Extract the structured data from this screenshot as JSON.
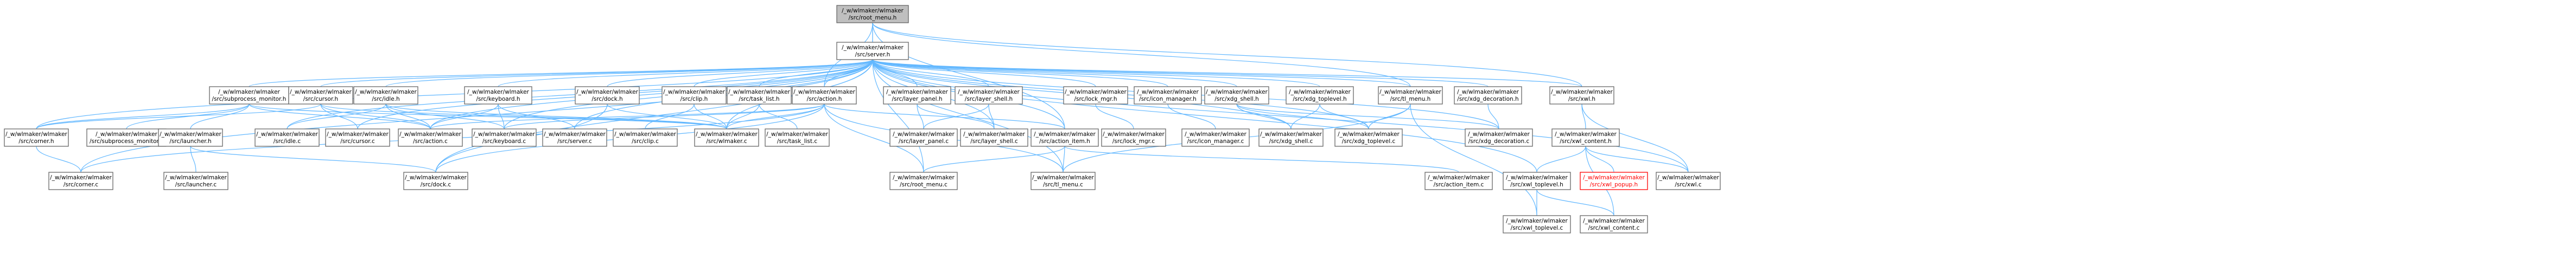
{
  "colors": {
    "edge": "#63b8ff",
    "border": "#666666",
    "root_fill": "#bfbfbf",
    "highlight": "#ff0000"
  },
  "nodes": [
    {
      "id": "root",
      "l1": "/_w/wlmaker/wlmaker",
      "l2": "/src/root_menu.h",
      "cls": "root"
    },
    {
      "id": "server_h",
      "l1": "/_w/wlmaker/wlmaker",
      "l2": "/src/server.h"
    },
    {
      "id": "subprocess_monitor_h",
      "l1": "/_w/wlmaker/wlmaker",
      "l2": "/src/subprocess_monitor.h"
    },
    {
      "id": "cursor_h",
      "l1": "/_w/wlmaker/wlmaker",
      "l2": "/src/cursor.h"
    },
    {
      "id": "idle_h",
      "l1": "/_w/wlmaker/wlmaker",
      "l2": "/src/idle.h"
    },
    {
      "id": "keyboard_h",
      "l1": "/_w/wlmaker/wlmaker",
      "l2": "/src/keyboard.h"
    },
    {
      "id": "dock_h",
      "l1": "/_w/wlmaker/wlmaker",
      "l2": "/src/dock.h"
    },
    {
      "id": "clip_h",
      "l1": "/_w/wlmaker/wlmaker",
      "l2": "/src/clip.h"
    },
    {
      "id": "task_list_h",
      "l1": "/_w/wlmaker/wlmaker",
      "l2": "/src/task_list.h"
    },
    {
      "id": "action_h",
      "l1": "/_w/wlmaker/wlmaker",
      "l2": "/src/action.h"
    },
    {
      "id": "layer_panel_h",
      "l1": "/_w/wlmaker/wlmaker",
      "l2": "/src/layer_panel.h"
    },
    {
      "id": "layer_shell_h",
      "l1": "/_w/wlmaker/wlmaker",
      "l2": "/src/layer_shell.h"
    },
    {
      "id": "lock_mgr_h",
      "l1": "/_w/wlmaker/wlmaker",
      "l2": "/src/lock_mgr.h"
    },
    {
      "id": "icon_manager_h",
      "l1": "/_w/wlmaker/wlmaker",
      "l2": "/src/icon_manager.h"
    },
    {
      "id": "xdg_shell_h",
      "l1": "/_w/wlmaker/wlmaker",
      "l2": "/src/xdg_shell.h"
    },
    {
      "id": "xdg_toplevel_h",
      "l1": "/_w/wlmaker/wlmaker",
      "l2": "/src/xdg_toplevel.h"
    },
    {
      "id": "tl_menu_h",
      "l1": "/_w/wlmaker/wlmaker",
      "l2": "/src/tl_menu.h"
    },
    {
      "id": "xdg_decoration_h",
      "l1": "/_w/wlmaker/wlmaker",
      "l2": "/src/xdg_decoration.h"
    },
    {
      "id": "xwl_h",
      "l1": "/_w/wlmaker/wlmaker",
      "l2": "/src/xwl.h"
    },
    {
      "id": "corner_h",
      "l1": "/_w/wlmaker/wlmaker",
      "l2": "/src/corner.h"
    },
    {
      "id": "subprocess_monitor_c",
      "l1": "/_w/wlmaker/wlmaker",
      "l2": "/src/subprocess_monitor.c"
    },
    {
      "id": "launcher_h",
      "l1": "/_w/wlmaker/wlmaker",
      "l2": "/src/launcher.h"
    },
    {
      "id": "idle_c",
      "l1": "/_w/wlmaker/wlmaker",
      "l2": "/src/idle.c"
    },
    {
      "id": "cursor_c",
      "l1": "/_w/wlmaker/wlmaker",
      "l2": "/src/cursor.c"
    },
    {
      "id": "action_c",
      "l1": "/_w/wlmaker/wlmaker",
      "l2": "/src/action.c"
    },
    {
      "id": "keyboard_c",
      "l1": "/_w/wlmaker/wlmaker",
      "l2": "/src/keyboard.c"
    },
    {
      "id": "server_c",
      "l1": "/_w/wlmaker/wlmaker",
      "l2": "/src/server.c"
    },
    {
      "id": "clip_c",
      "l1": "/_w/wlmaker/wlmaker",
      "l2": "/src/clip.c"
    },
    {
      "id": "wlmaker_c",
      "l1": "/_w/wlmaker/wlmaker",
      "l2": "/src/wlmaker.c"
    },
    {
      "id": "task_list_c",
      "l1": "/_w/wlmaker/wlmaker",
      "l2": "/src/task_list.c"
    },
    {
      "id": "layer_panel_c",
      "l1": "/_w/wlmaker/wlmaker",
      "l2": "/src/layer_panel.c"
    },
    {
      "id": "layer_shell_c",
      "l1": "/_w/wlmaker/wlmaker",
      "l2": "/src/layer_shell.c"
    },
    {
      "id": "action_item_h",
      "l1": "/_w/wlmaker/wlmaker",
      "l2": "/src/action_item.h"
    },
    {
      "id": "lock_mgr_c",
      "l1": "/_w/wlmaker/wlmaker",
      "l2": "/src/lock_mgr.c"
    },
    {
      "id": "icon_manager_c",
      "l1": "/_w/wlmaker/wlmaker",
      "l2": "/src/icon_manager.c"
    },
    {
      "id": "xdg_shell_c",
      "l1": "/_w/wlmaker/wlmaker",
      "l2": "/src/xdg_shell.c"
    },
    {
      "id": "xdg_toplevel_c",
      "l1": "/_w/wlmaker/wlmaker",
      "l2": "/src/xdg_toplevel.c"
    },
    {
      "id": "xdg_decoration_c",
      "l1": "/_w/wlmaker/wlmaker",
      "l2": "/src/xdg_decoration.c"
    },
    {
      "id": "xwl_content_h",
      "l1": "/_w/wlmaker/wlmaker",
      "l2": "/src/xwl_content.h"
    },
    {
      "id": "corner_c",
      "l1": "/_w/wlmaker/wlmaker",
      "l2": "/src/corner.c"
    },
    {
      "id": "launcher_c",
      "l1": "/_w/wlmaker/wlmaker",
      "l2": "/src/launcher.c"
    },
    {
      "id": "dock_c",
      "l1": "/_w/wlmaker/wlmaker",
      "l2": "/src/dock.c"
    },
    {
      "id": "root_menu_c",
      "l1": "/_w/wlmaker/wlmaker",
      "l2": "/src/root_menu.c"
    },
    {
      "id": "tl_menu_c",
      "l1": "/_w/wlmaker/wlmaker",
      "l2": "/src/tl_menu.c"
    },
    {
      "id": "action_item_c",
      "l1": "/_w/wlmaker/wlmaker",
      "l2": "/src/action_item.c"
    },
    {
      "id": "xwl_toplevel_h",
      "l1": "/_w/wlmaker/wlmaker",
      "l2": "/src/xwl_toplevel.h"
    },
    {
      "id": "xwl_popup_h",
      "l1": "/_w/wlmaker/wlmaker",
      "l2": "/src/xwl_popup.h",
      "cls": "red"
    },
    {
      "id": "xwl_c",
      "l1": "/_w/wlmaker/wlmaker",
      "l2": "/src/xwl.c"
    },
    {
      "id": "xwl_toplevel_c",
      "l1": "/_w/wlmaker/wlmaker",
      "l2": "/src/xwl_toplevel.c"
    },
    {
      "id": "xwl_content_c",
      "l1": "/_w/wlmaker/wlmaker",
      "l2": "/src/xwl_content.c"
    }
  ],
  "edges": [
    [
      "root",
      "server_h"
    ],
    [
      "root",
      "xwl_h"
    ],
    [
      "root",
      "tl_menu_h"
    ],
    [
      "root",
      "action_item_h"
    ],
    [
      "root",
      "action_h"
    ],
    [
      "server_h",
      "root"
    ],
    [
      "server_h",
      "subprocess_monitor_h"
    ],
    [
      "server_h",
      "cursor_h"
    ],
    [
      "server_h",
      "idle_h"
    ],
    [
      "server_h",
      "keyboard_h"
    ],
    [
      "server_h",
      "dock_h"
    ],
    [
      "server_h",
      "clip_h"
    ],
    [
      "server_h",
      "task_list_h"
    ],
    [
      "server_h",
      "action_h"
    ],
    [
      "server_h",
      "layer_panel_h"
    ],
    [
      "server_h",
      "layer_shell_h"
    ],
    [
      "server_h",
      "lock_mgr_h"
    ],
    [
      "server_h",
      "icon_manager_h"
    ],
    [
      "server_h",
      "xdg_shell_h"
    ],
    [
      "server_h",
      "xdg_toplevel_h"
    ],
    [
      "server_h",
      "tl_menu_h"
    ],
    [
      "server_h",
      "xdg_decoration_h"
    ],
    [
      "server_h",
      "xwl_h"
    ],
    [
      "server_h",
      "corner_h"
    ],
    [
      "server_h",
      "idle_c"
    ],
    [
      "server_h",
      "cursor_c"
    ],
    [
      "server_h",
      "action_c"
    ],
    [
      "server_h",
      "keyboard_c"
    ],
    [
      "server_h",
      "server_c"
    ],
    [
      "server_h",
      "wlmaker_c"
    ],
    [
      "server_h",
      "layer_shell_c"
    ],
    [
      "server_h",
      "action_item_h"
    ],
    [
      "server_h",
      "xdg_shell_c"
    ],
    [
      "server_h",
      "xdg_toplevel_c"
    ],
    [
      "server_h",
      "xdg_decoration_c"
    ],
    [
      "server_h",
      "xwl_toplevel_h"
    ],
    [
      "server_h",
      "xwl_c"
    ],
    [
      "server_h",
      "root_menu_c"
    ],
    [
      "server_h",
      "corner_c"
    ],
    [
      "server_h",
      "dock_c"
    ],
    [
      "server_h",
      "tl_menu_c"
    ],
    [
      "subprocess_monitor_h",
      "corner_h"
    ],
    [
      "subprocess_monitor_h",
      "subprocess_monitor_c"
    ],
    [
      "subprocess_monitor_h",
      "launcher_h"
    ],
    [
      "subprocess_monitor_h",
      "action_c"
    ],
    [
      "subprocess_monitor_h",
      "wlmaker_c"
    ],
    [
      "cursor_h",
      "corner_h"
    ],
    [
      "cursor_h",
      "cursor_c"
    ],
    [
      "cursor_h",
      "action_c"
    ],
    [
      "cursor_h",
      "wlmaker_c"
    ],
    [
      "idle_h",
      "idle_c"
    ],
    [
      "idle_h",
      "action_c"
    ],
    [
      "idle_h",
      "keyboard_c"
    ],
    [
      "idle_h",
      "wlmaker_c"
    ],
    [
      "keyboard_h",
      "keyboard_c"
    ],
    [
      "keyboard_h",
      "server_c"
    ],
    [
      "keyboard_h",
      "action_c"
    ],
    [
      "dock_h",
      "dock_c"
    ],
    [
      "dock_h",
      "wlmaker_c"
    ],
    [
      "clip_h",
      "clip_c"
    ],
    [
      "clip_h",
      "wlmaker_c"
    ],
    [
      "task_list_h",
      "task_list_c"
    ],
    [
      "task_list_h",
      "wlmaker_c"
    ],
    [
      "action_h",
      "action_c"
    ],
    [
      "action_h",
      "keyboard_c"
    ],
    [
      "action_h",
      "wlmaker_c"
    ],
    [
      "action_h",
      "root_menu_c"
    ],
    [
      "action_h",
      "tl_menu_c"
    ],
    [
      "action_h",
      "action_item_h"
    ],
    [
      "action_h",
      "corner_c"
    ],
    [
      "action_h",
      "dock_c"
    ],
    [
      "layer_panel_h",
      "layer_panel_c"
    ],
    [
      "layer_panel_h",
      "layer_shell_c"
    ],
    [
      "layer_shell_h",
      "layer_shell_c"
    ],
    [
      "layer_shell_h",
      "layer_panel_c"
    ],
    [
      "lock_mgr_h",
      "lock_mgr_c"
    ],
    [
      "icon_manager_h",
      "icon_manager_c"
    ],
    [
      "xdg_shell_h",
      "xdg_shell_c"
    ],
    [
      "xdg_shell_h",
      "xdg_toplevel_c"
    ],
    [
      "xdg_shell_h",
      "xdg_decoration_c"
    ],
    [
      "xdg_toplevel_h",
      "xdg_toplevel_c"
    ],
    [
      "xdg_toplevel_h",
      "xdg_shell_c"
    ],
    [
      "tl_menu_h",
      "tl_menu_c"
    ],
    [
      "tl_menu_h",
      "xdg_toplevel_c"
    ],
    [
      "tl_menu_h",
      "xwl_toplevel_c"
    ],
    [
      "xdg_decoration_h",
      "xdg_decoration_c"
    ],
    [
      "xwl_h",
      "xwl_content_h"
    ],
    [
      "xwl_h",
      "xwl_c"
    ],
    [
      "xwl_content_h",
      "xwl_toplevel_h"
    ],
    [
      "xwl_content_h",
      "xwl_popup_h"
    ],
    [
      "xwl_content_h",
      "xwl_c"
    ],
    [
      "xwl_content_h",
      "xwl_content_c"
    ],
    [
      "xwl_toplevel_h",
      "xwl_toplevel_c"
    ],
    [
      "xwl_toplevel_h",
      "xwl_content_c"
    ],
    [
      "launcher_h",
      "launcher_c"
    ],
    [
      "launcher_h",
      "dock_c"
    ],
    [
      "corner_h",
      "corner_c"
    ],
    [
      "action_item_h",
      "action_item_c"
    ],
    [
      "action_item_h",
      "root_menu_c"
    ],
    [
      "action_item_h",
      "tl_menu_c"
    ]
  ]
}
